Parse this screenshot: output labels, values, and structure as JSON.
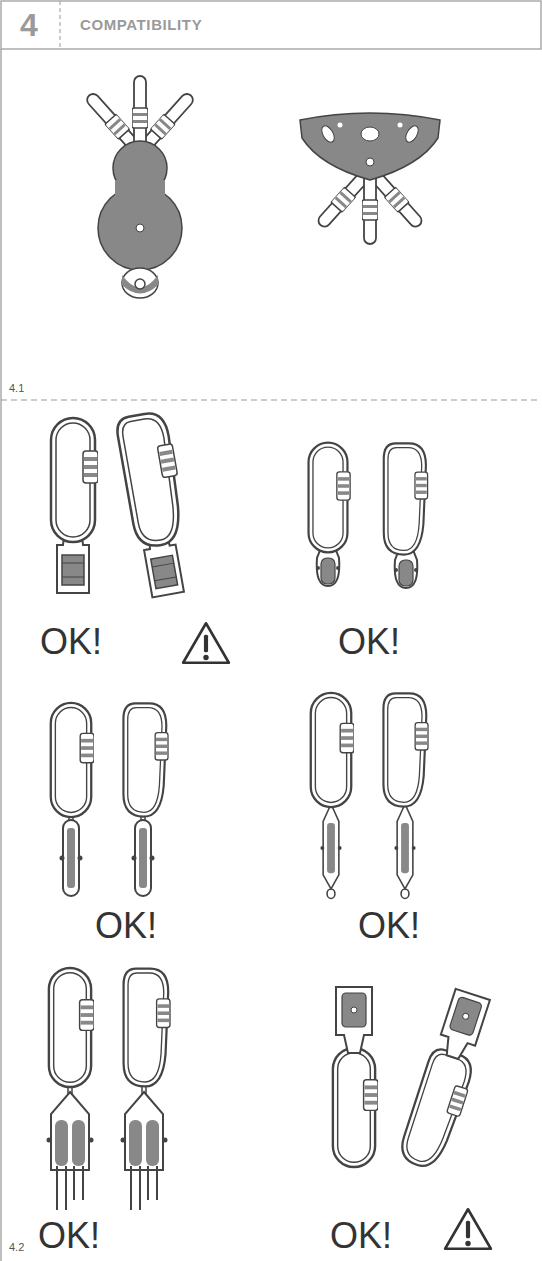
{
  "diagram": {
    "title": "COMPATIBILITY",
    "labels": [
      "4",
      "4.1",
      "OK!",
      "OK!",
      "OK!",
      "OK!",
      "4.2",
      "OK!",
      "OK!"
    ]
  }
}
